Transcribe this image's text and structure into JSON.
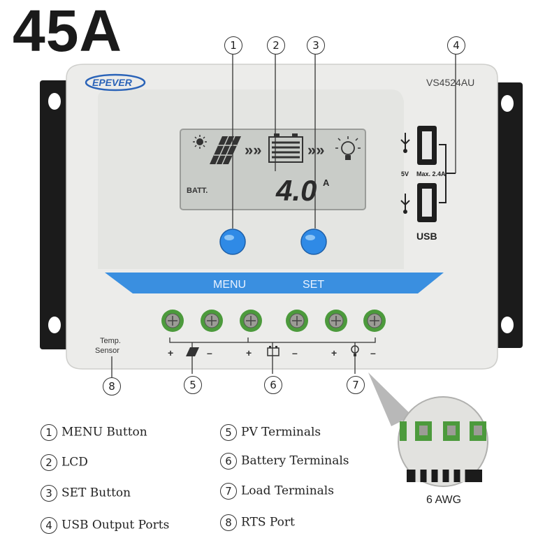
{
  "title": "45A",
  "device": {
    "brand": "EPEVER",
    "model": "VS4524AU",
    "lcd": {
      "batt_label": "BATT.",
      "current_value": "4.0",
      "current_unit": "A"
    },
    "usb": {
      "voltage": "5V",
      "max_current": "Max. 2.4A",
      "label": "USB"
    },
    "buttons": {
      "menu_label": "MENU",
      "set_label": "SET"
    },
    "temp_sensor_label": {
      "line1": "Temp.",
      "line2": "Sensor"
    },
    "terminal_signs": [
      "+",
      "–",
      "+",
      "–",
      "+",
      "–"
    ]
  },
  "callouts": [
    "1",
    "2",
    "3",
    "4",
    "5",
    "6",
    "7",
    "8"
  ],
  "legend": [
    {
      "num": "1",
      "label": "MENU Button"
    },
    {
      "num": "5",
      "label": "PV Terminals"
    },
    {
      "num": "2",
      "label": "LCD"
    },
    {
      "num": "6",
      "label": "Battery Terminals"
    },
    {
      "num": "3",
      "label": "SET Button"
    },
    {
      "num": "7",
      "label": "Load Terminals"
    },
    {
      "num": "4",
      "label": "USB Output Ports"
    },
    {
      "num": "8",
      "label": "RTS Port"
    }
  ],
  "zoom": {
    "label": "6 AWG"
  },
  "colors": {
    "button_blue": "#2f8ae6",
    "band_blue": "#3a8fe0",
    "terminal_green": "#4c9a3c",
    "lcd_bg": "#c9ccc8"
  }
}
